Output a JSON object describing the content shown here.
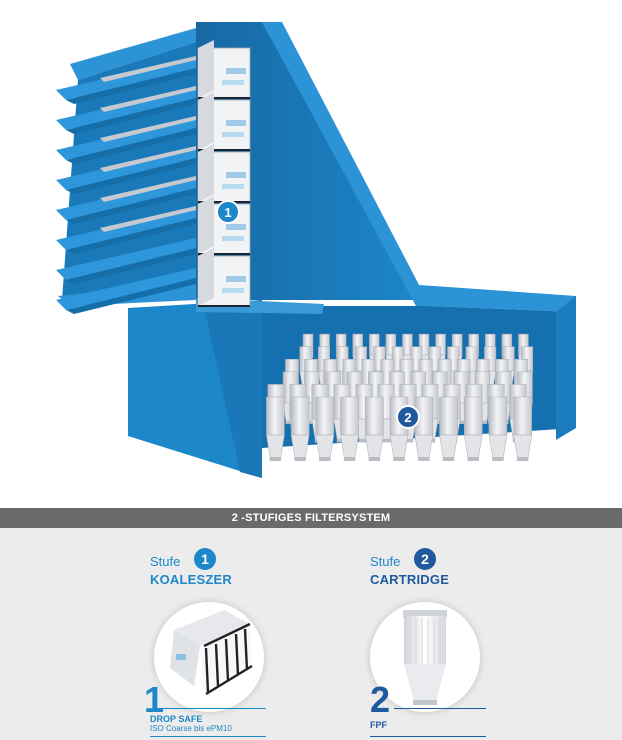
{
  "diagram": {
    "markers": [
      {
        "number": "1"
      },
      {
        "number": "2"
      }
    ],
    "colors": {
      "housing": "#1c87c9",
      "housing_dark": "#1572ae",
      "housing_light": "#3a9ad8",
      "filter_white": "#f1f2f4",
      "filter_gray": "#c9ccd2",
      "marker_1": "#1c87c9",
      "marker_2": "#1f5a9e"
    }
  },
  "legend": {
    "title": "2 -STUFIGES FILTERSYSTEM",
    "stages": [
      {
        "label": "Stufe",
        "number": "1",
        "name": "KOALESZER",
        "big_number": "1",
        "product_name": "DROP SAFE",
        "product_desc": "ISO Coarse bis ePM10",
        "color": "#1c87c9"
      },
      {
        "label": "Stufe",
        "number": "2",
        "name": "CARTRIDGE",
        "big_number": "2",
        "product_name": "FPF",
        "product_desc": "",
        "color": "#1f5a9e"
      }
    ]
  }
}
